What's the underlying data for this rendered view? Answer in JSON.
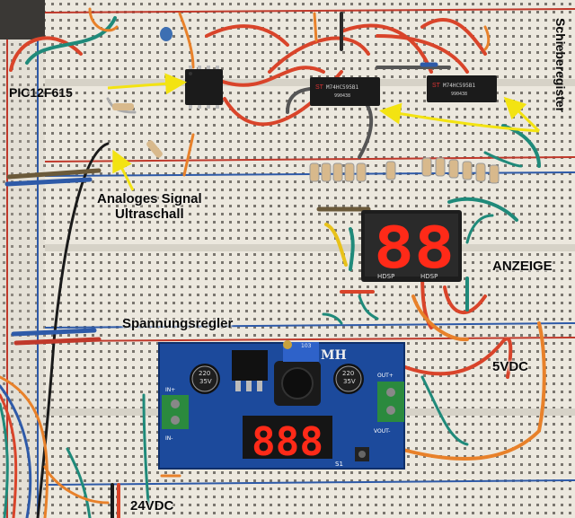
{
  "labels": {
    "pic": "PIC12F615",
    "schieberegister": "Schieberegister",
    "analog_line1": "Analoges Signal",
    "analog_line2": "Ultraschall",
    "anzeige": "ANZEIGE",
    "spannungsregler": "Spannungsregler",
    "vdc5": "5VDC",
    "vdc24": "24VDC"
  },
  "board_markings": {
    "shift_reg_chip": "M74HC595B1",
    "shift_reg_code": "990438",
    "mh_logo": "MH",
    "cap_value": "220",
    "cap_voltage": "35V",
    "s1": "S1",
    "in_plus": "IN+",
    "in_minus": "IN-",
    "out_plus": "OUT+",
    "out_minus": "VOUT-",
    "led_model": "HDSP",
    "pot_value": "103"
  },
  "displays": {
    "anzeige_digits": "88",
    "regulator_digits": "888"
  },
  "colors": {
    "breadboard": "#ece8de",
    "hole": "#6e6a63",
    "rail_red": "#c0392b",
    "rail_blue": "#2e5aa8",
    "wire_red": "#d9442a",
    "wire_orange": "#e8812a",
    "wire_teal": "#1f8a7a",
    "wire_black": "#1a1a1a",
    "module_blue": "#1c4a9c",
    "arrow_yellow": "#f3e312",
    "led_red": "#ff2a18"
  }
}
